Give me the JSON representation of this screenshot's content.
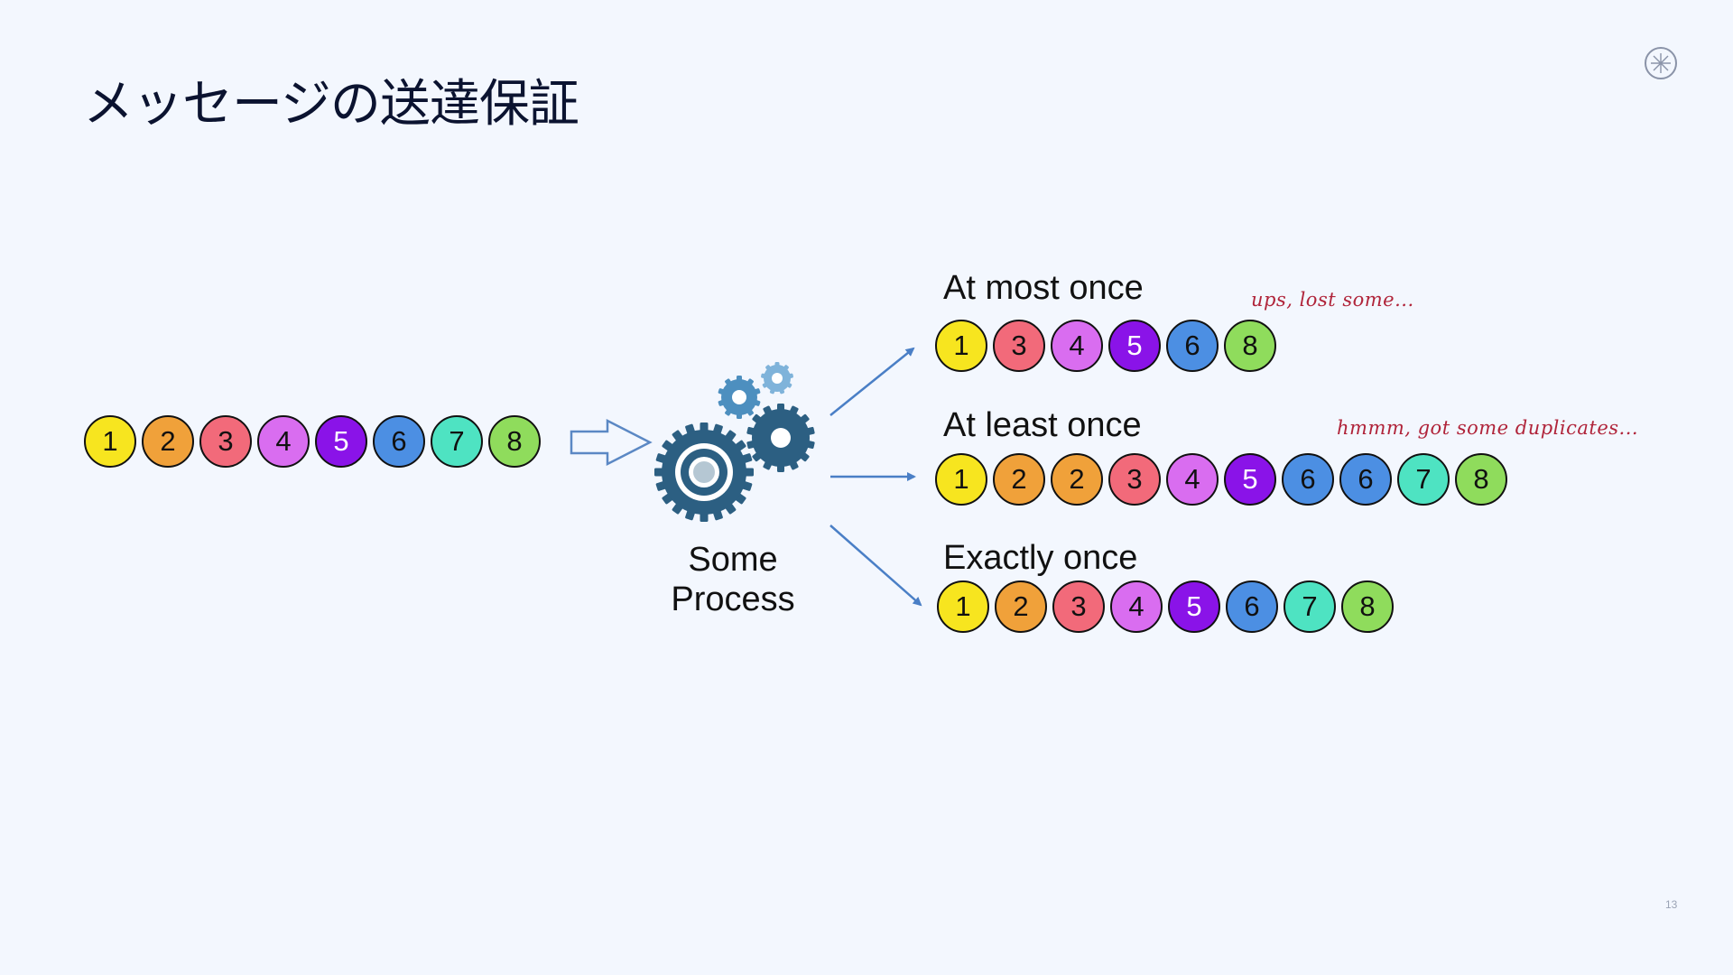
{
  "title": "メッセージの送達保証",
  "page_number": "13",
  "process_label_line1": "Some",
  "process_label_line2": "Process",
  "colors": {
    "1": "#f7e51f",
    "2": "#f0a13a",
    "3": "#f26a7a",
    "4": "#d96df0",
    "5": "#8a13e8",
    "6": "#4c8fe3",
    "7": "#4ee3c2",
    "8": "#8fdc5c"
  },
  "input_sequence": [
    "1",
    "2",
    "3",
    "4",
    "5",
    "6",
    "7",
    "8"
  ],
  "outputs": [
    {
      "label": "At most once",
      "note": "ups, lost some...",
      "sequence": [
        "1",
        "3",
        "4",
        "5",
        "6",
        "8"
      ]
    },
    {
      "label": "At least once",
      "note": "hmmm, got some duplicates...",
      "sequence": [
        "1",
        "2",
        "2",
        "3",
        "4",
        "5",
        "6",
        "6",
        "7",
        "8"
      ]
    },
    {
      "label": "Exactly once",
      "note": "",
      "sequence": [
        "1",
        "2",
        "3",
        "4",
        "5",
        "6",
        "7",
        "8"
      ]
    }
  ]
}
